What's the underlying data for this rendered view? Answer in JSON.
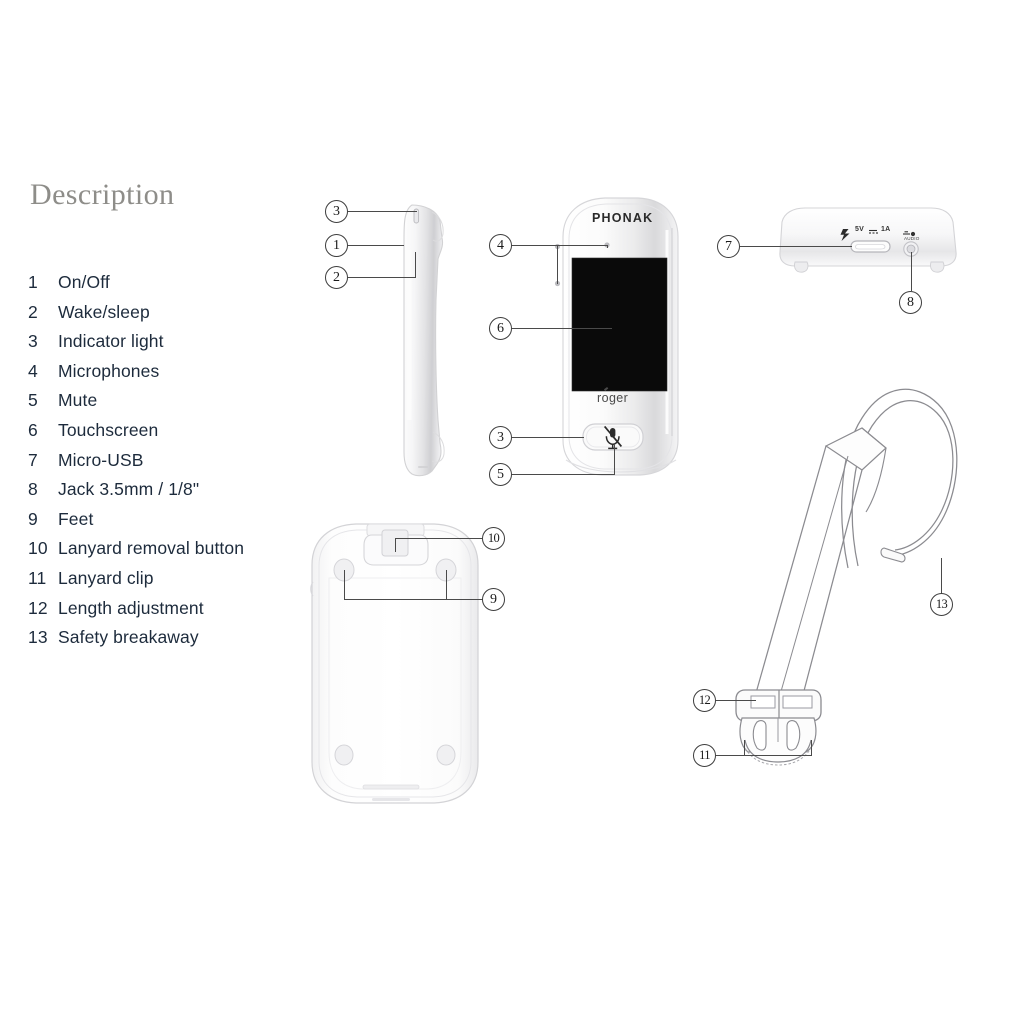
{
  "document": {
    "heading": "Description",
    "background_color": "#ffffff",
    "text_color": "#1d2b3c",
    "heading_color": "#8e8d89"
  },
  "legend": {
    "items": [
      {
        "number": "1",
        "label": "On/Off"
      },
      {
        "number": "2",
        "label": "Wake/sleep"
      },
      {
        "number": "3",
        "label": "Indicator light"
      },
      {
        "number": "4",
        "label": "Microphones"
      },
      {
        "number": "5",
        "label": "Mute"
      },
      {
        "number": "6",
        "label": "Touchscreen"
      },
      {
        "number": "7",
        "label": "Micro-USB"
      },
      {
        "number": "8",
        "label": "Jack 3.5mm / 1/8\""
      },
      {
        "number": "9",
        "label": "Feet"
      },
      {
        "number": "10",
        "label": "Lanyard removal button"
      },
      {
        "number": "11",
        "label": "Lanyard clip"
      },
      {
        "number": "12",
        "label": "Length adjustment"
      },
      {
        "number": "13",
        "label": "Safety breakaway"
      }
    ]
  },
  "figures": {
    "side_view": {
      "name": "device-side-view",
      "callouts": [
        "3",
        "1",
        "2"
      ]
    },
    "front_view": {
      "name": "device-front-view",
      "brand": "PHONAK",
      "product_name": "roger",
      "callouts": [
        "4",
        "6",
        "3",
        "5"
      ],
      "screen_color": "#0a0a0a"
    },
    "bottom_edge_view": {
      "name": "device-bottom-edge-view",
      "power_rating": "5V",
      "current_rating": "1A",
      "audio_port_label": "AUDIO",
      "callouts": [
        "7",
        "8"
      ]
    },
    "back_view": {
      "name": "device-back-view",
      "callouts": [
        "10",
        "9"
      ]
    },
    "lanyard": {
      "name": "lanyard-illustration",
      "callouts": [
        "13",
        "12",
        "11"
      ]
    }
  }
}
